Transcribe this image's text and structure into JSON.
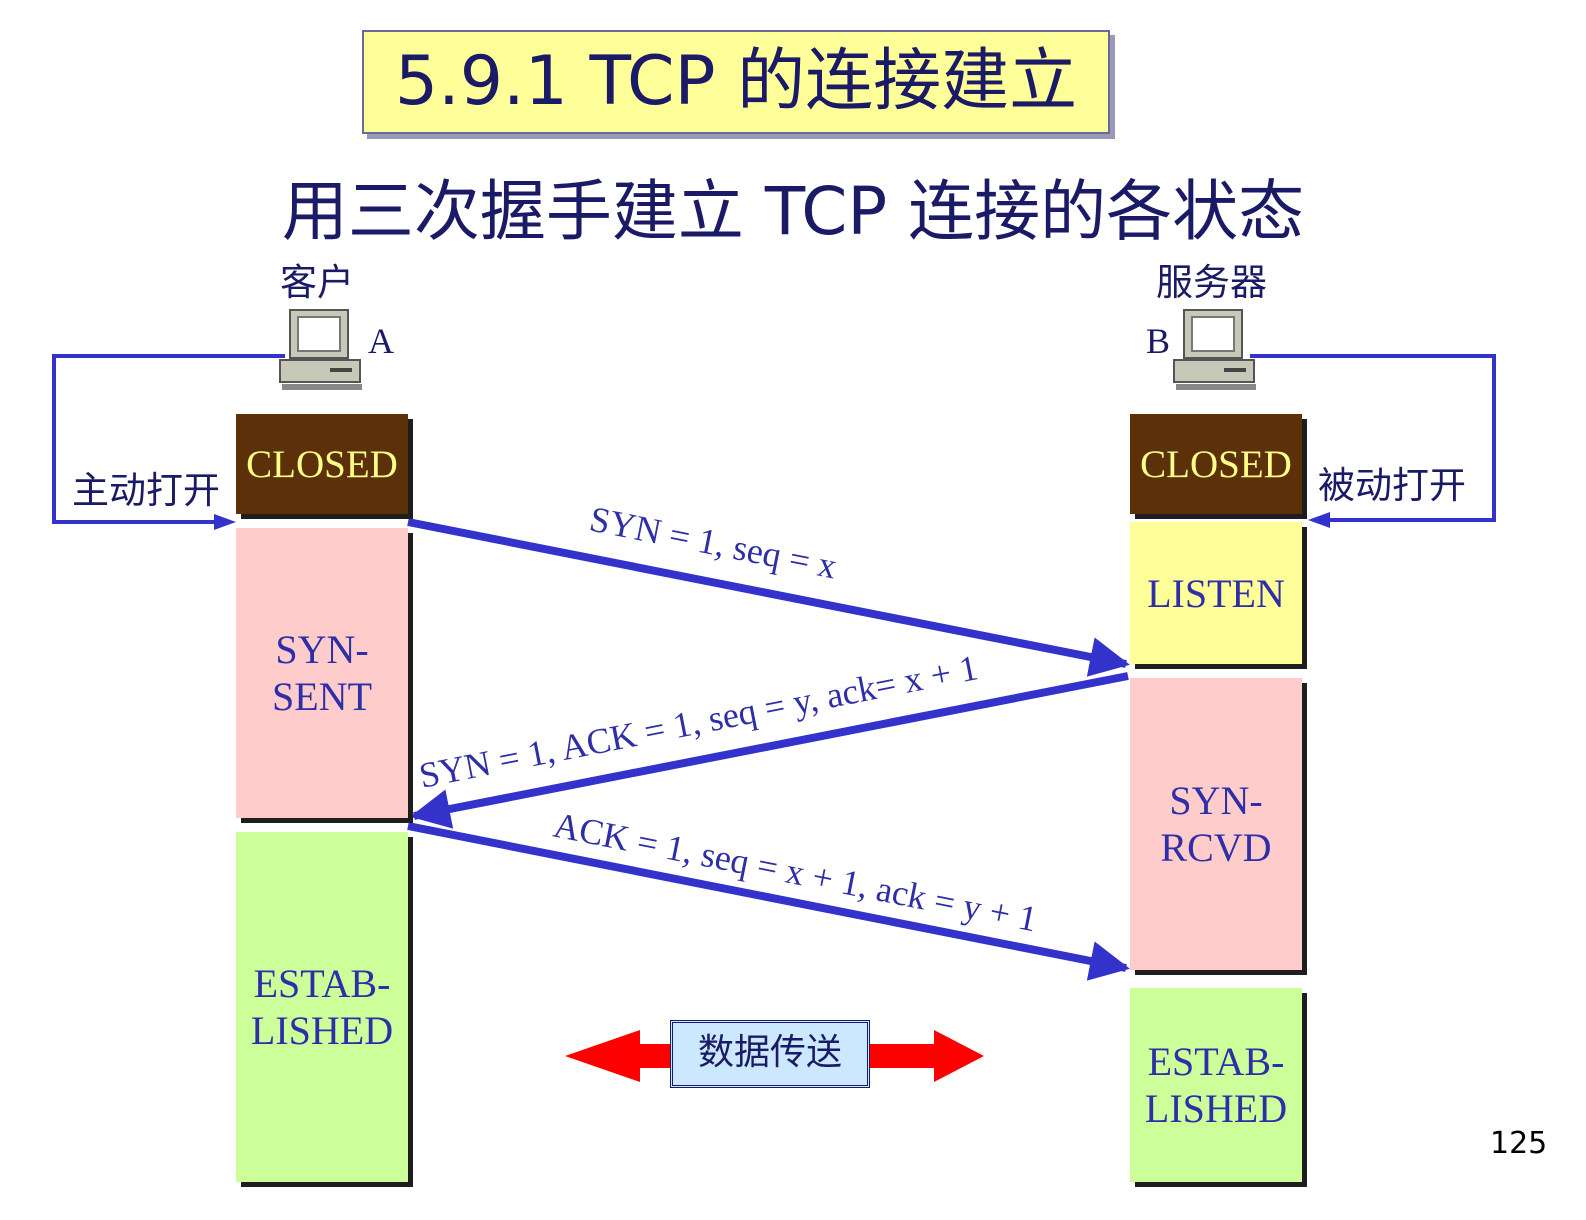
{
  "title": "5.9.1  TCP 的连接建立",
  "subtitle": "用三次握手建立 TCP 连接的各状态",
  "client": {
    "label": "客户",
    "letter": "A",
    "open_label": "主动打开"
  },
  "server": {
    "label": "服务器",
    "letter": "B",
    "open_label": "被动打开"
  },
  "client_states": [
    "CLOSED",
    "SYN-\nSENT",
    "ESTAB-\nLISHED"
  ],
  "server_states": [
    "CLOSED",
    "LISTEN",
    "SYN-\nRCVD",
    "ESTAB-\nLISHED"
  ],
  "messages": [
    "SYN = 1, seq = x",
    "SYN = 1, ACK = 1, seq = y, ack= x + 1",
    "ACK = 1, seq = x + 1, ack = y + 1"
  ],
  "data_transfer": "数据传送",
  "page_number": "125",
  "colors": {
    "arrow": "#3333cc",
    "closed": "#5c3008",
    "syn_state": "#ffcccc",
    "established": "#ccff99",
    "listen": "#ffff99",
    "data_arrow": "#ff0000"
  }
}
